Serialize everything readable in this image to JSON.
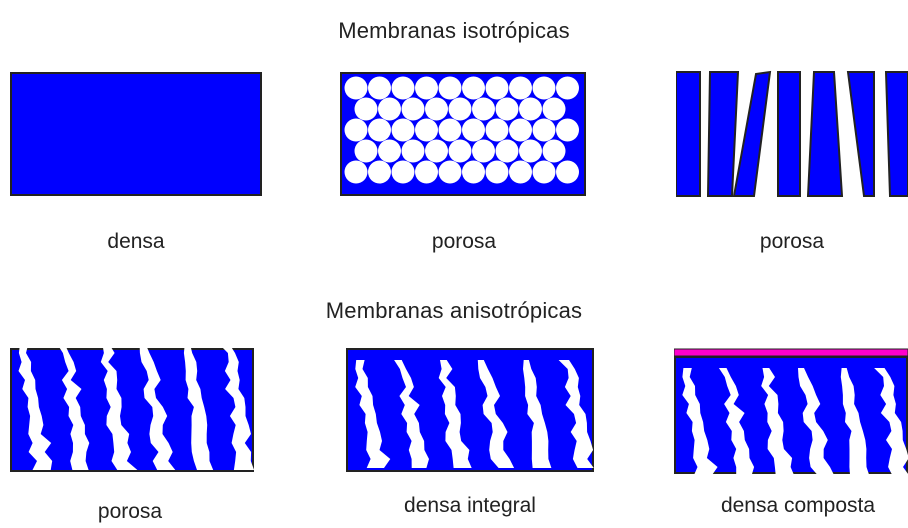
{
  "headings": {
    "isotropic": "Membranas isotrópicas",
    "anisotropic": "Membranas anisotrópicas"
  },
  "captions": {
    "dense": "densa",
    "porous_spheres": "porosa",
    "porous_slits": "porosa",
    "porous_aniso": "porosa",
    "dense_integral": "densa integral",
    "dense_composite": "densa composta"
  },
  "colors": {
    "membrane": "#0000ff",
    "pore": "#ffffff",
    "border": "#222222",
    "top_layer": "#ff00cc"
  }
}
